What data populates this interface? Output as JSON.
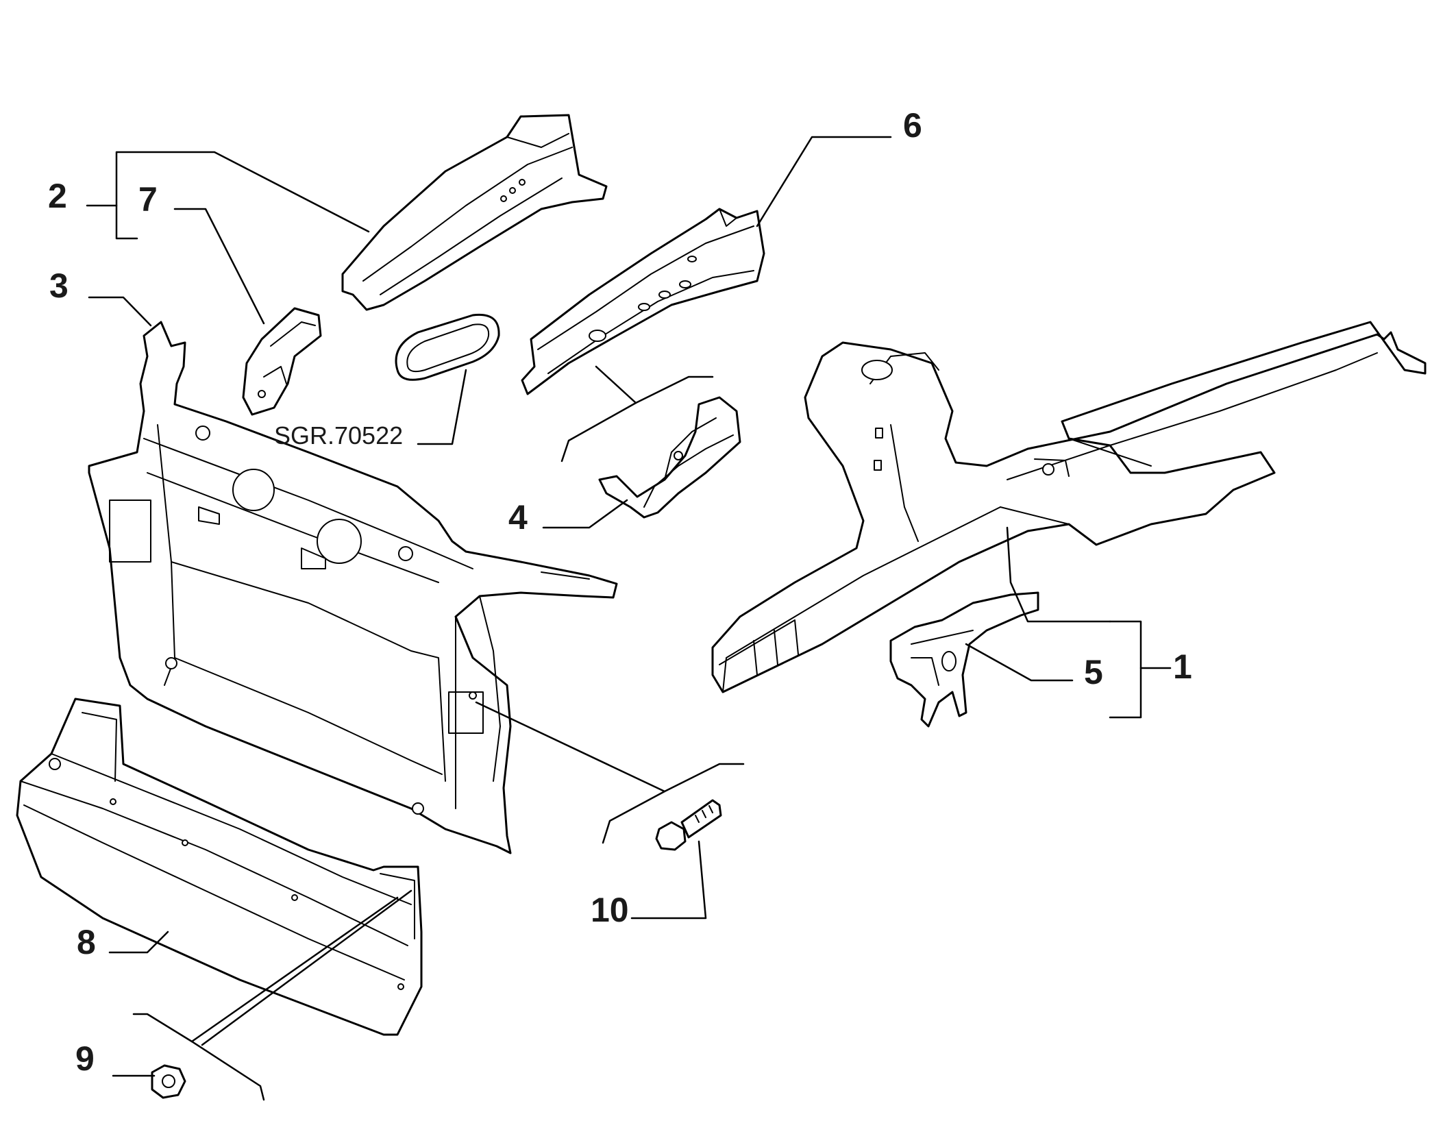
{
  "callouts": {
    "c1": "1",
    "c2": "2",
    "c3": "3",
    "c4": "4",
    "c5": "5",
    "c6": "6",
    "c7": "7",
    "c8": "8",
    "c9": "9",
    "c10": "10"
  },
  "reference_code": "SGR.70522",
  "colors": {
    "line": "#000000",
    "text": "#1a1a1a",
    "background": "#ffffff"
  }
}
